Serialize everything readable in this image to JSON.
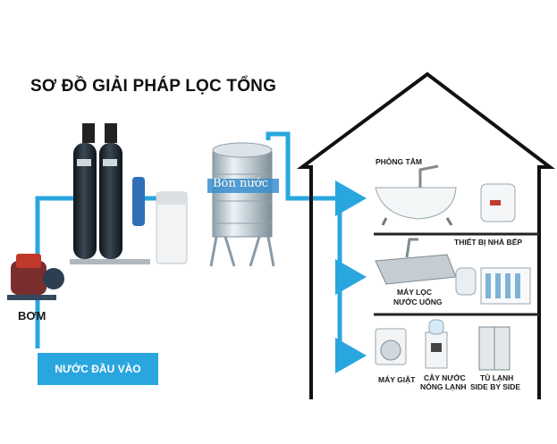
{
  "title": "SƠ ĐỒ GIẢI PHÁP LỌC TỔNG",
  "pump": {
    "label": "BƠM"
  },
  "inlet": {
    "label": "NƯỚC ĐẦU VÀO"
  },
  "tank": {
    "label": "Bồn nước"
  },
  "floors": {
    "bathroom": {
      "label": "PHÒNG TẮM"
    },
    "kitchen": {
      "label": "THIẾT BỊ NHÀ BẾP",
      "purifier_line1": "MÁY LỌC",
      "purifier_line2": "NƯỚC UỐNG"
    },
    "appliances": {
      "washer": "MÁY GIẶT",
      "dispenser_line1": "CÂY NƯỚC",
      "dispenser_line2": "NÓNG LẠNH",
      "fridge_line1": "TỦ LẠNH",
      "fridge_line2": "SIDE BY SIDE"
    }
  },
  "colors": {
    "pipe": "#2aa6df",
    "house": "#111111",
    "tank_steel": "#c9d3da",
    "filter_dark": "#1f2a33"
  }
}
